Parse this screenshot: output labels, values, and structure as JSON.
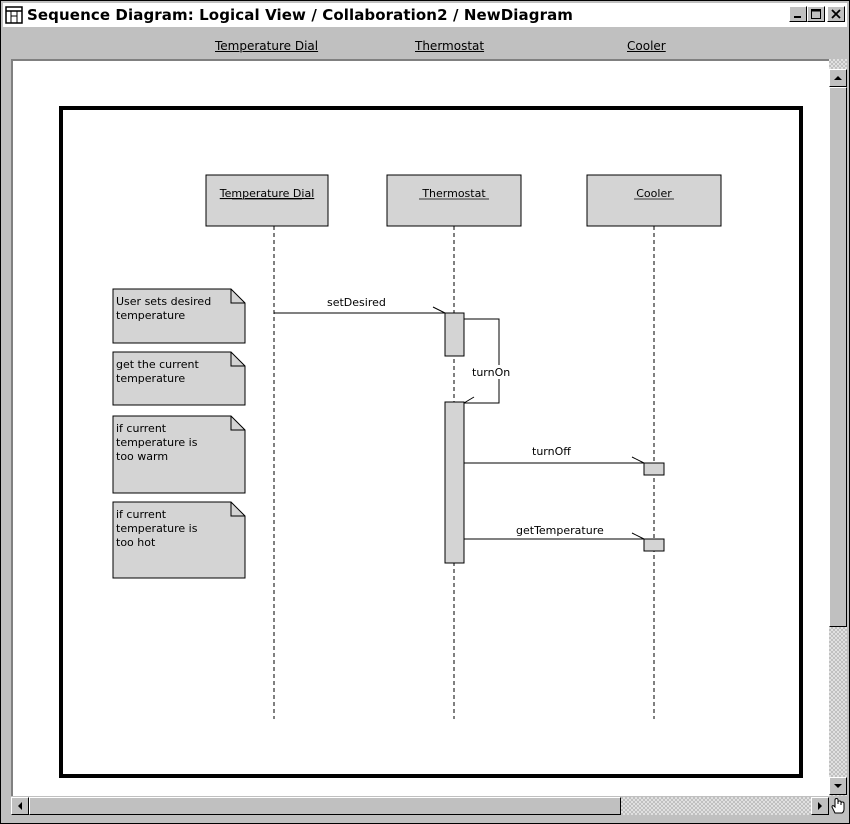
{
  "window": {
    "title": "Sequence Diagram: Logical View / Collaboration2 / NewDiagram",
    "icon": "sequence-diagram-icon"
  },
  "header": {
    "objects": [
      "Temperature Dial",
      "Thermostat",
      "Cooler"
    ]
  },
  "diagram": {
    "objects": [
      {
        "name": "Temperature Dial"
      },
      {
        "name": "Thermostat"
      },
      {
        "name": "Cooler"
      }
    ],
    "messages": [
      {
        "label": "setDesired",
        "from": "Temperature Dial",
        "to": "Thermostat"
      },
      {
        "label": "turnOn",
        "from": "Thermostat",
        "to": "Thermostat"
      },
      {
        "label": "turnOff",
        "from": "Thermostat",
        "to": "Cooler"
      },
      {
        "label": "getTemperature",
        "from": "Thermostat",
        "to": "Cooler"
      }
    ],
    "notes": [
      {
        "lines": [
          "User sets desired",
          "temperature"
        ]
      },
      {
        "lines": [
          "get the current",
          "temperature"
        ]
      },
      {
        "lines": [
          "if current",
          "temperature is",
          "too warm"
        ]
      },
      {
        "lines": [
          "if current",
          "temperature is",
          "too hot"
        ]
      }
    ]
  },
  "icons": {
    "minimize": "minimize-icon",
    "maximize": "maximize-icon",
    "close": "close-icon",
    "scroll_up": "arrow-up-icon",
    "scroll_down": "arrow-down-icon",
    "scroll_left": "arrow-left-icon",
    "scroll_right": "arrow-right-icon",
    "cursor": "hand-cursor-icon"
  },
  "colors": {
    "box_fill": "#d4d4d4",
    "canvas": "#ffffff",
    "chrome": "#c0c0c0"
  }
}
